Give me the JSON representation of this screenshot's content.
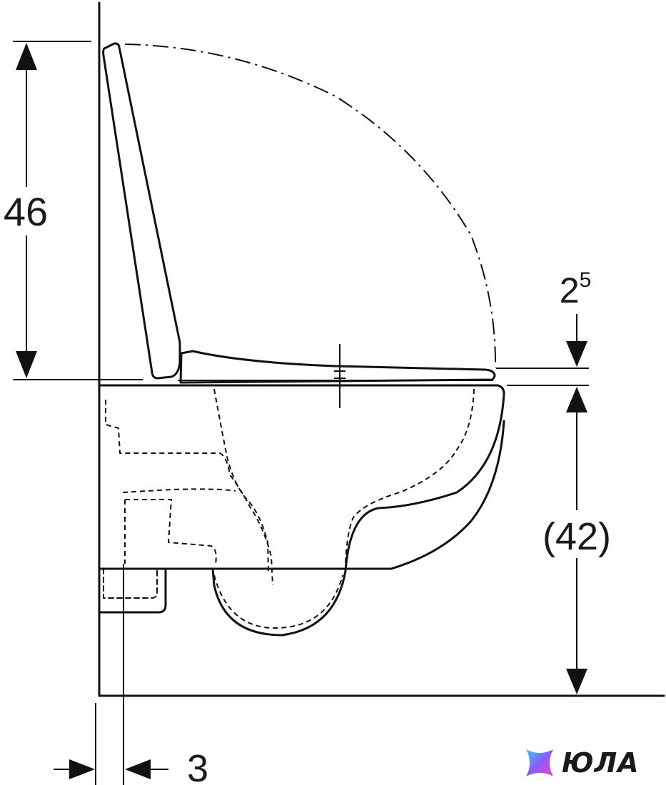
{
  "dimensions": {
    "seat_height": "46",
    "seat_thickness_base": "2",
    "seat_thickness_sup": "5",
    "pan_height": "(42)",
    "wall_gap": "3"
  },
  "logo": {
    "text": "ЮЛА"
  },
  "colors": {
    "line": "#111111",
    "logo_gradient": [
      "#3ec9f5",
      "#8a5cf6",
      "#f048c0"
    ]
  }
}
